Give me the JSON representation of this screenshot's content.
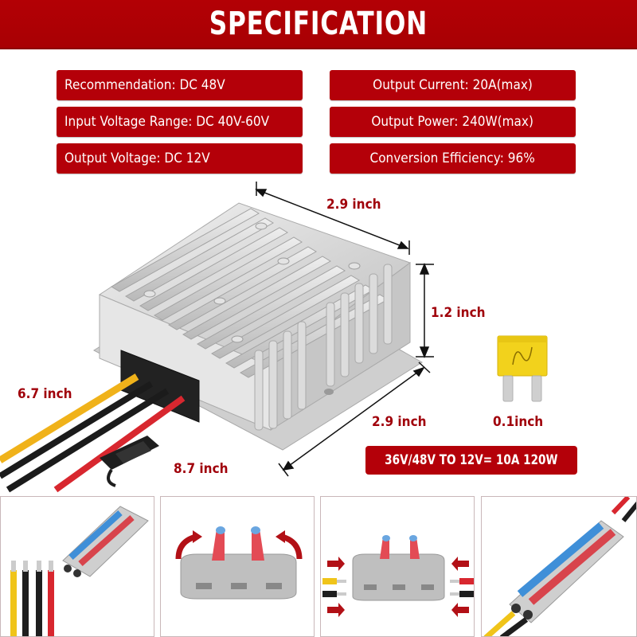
{
  "header": {
    "title": "SPECIFICATION"
  },
  "specs": {
    "left": [
      {
        "label": "Recommendation: DC 48V"
      },
      {
        "label": "Input Voltage Range: DC 40V-60V"
      },
      {
        "label": "Output Voltage: DC 12V"
      }
    ],
    "right": [
      {
        "label": "Output Current: 20A(max)"
      },
      {
        "label": "Output Power: 240W(max)"
      },
      {
        "label": "Conversion Efficiency: 96%"
      }
    ]
  },
  "dimensions": {
    "length_top": "2.9 inch",
    "height": "1.2 inch",
    "width_bottom": "2.9 inch",
    "input_wire": "6.7 inch",
    "output_wire": "8.7 inch",
    "fuse": "0.1inch"
  },
  "rating_banner": "36V/48V TO 12V= 10A 120W",
  "colors": {
    "brand_red": "#b40009",
    "label_red": "#a0000a",
    "aluminum": "#d8d8d8",
    "fuse_yellow": "#f2d21c"
  },
  "panels": [
    {
      "name": "connector-with-wires"
    },
    {
      "name": "connector-levers-open"
    },
    {
      "name": "connector-wire-insertion"
    },
    {
      "name": "connector-wired"
    }
  ]
}
